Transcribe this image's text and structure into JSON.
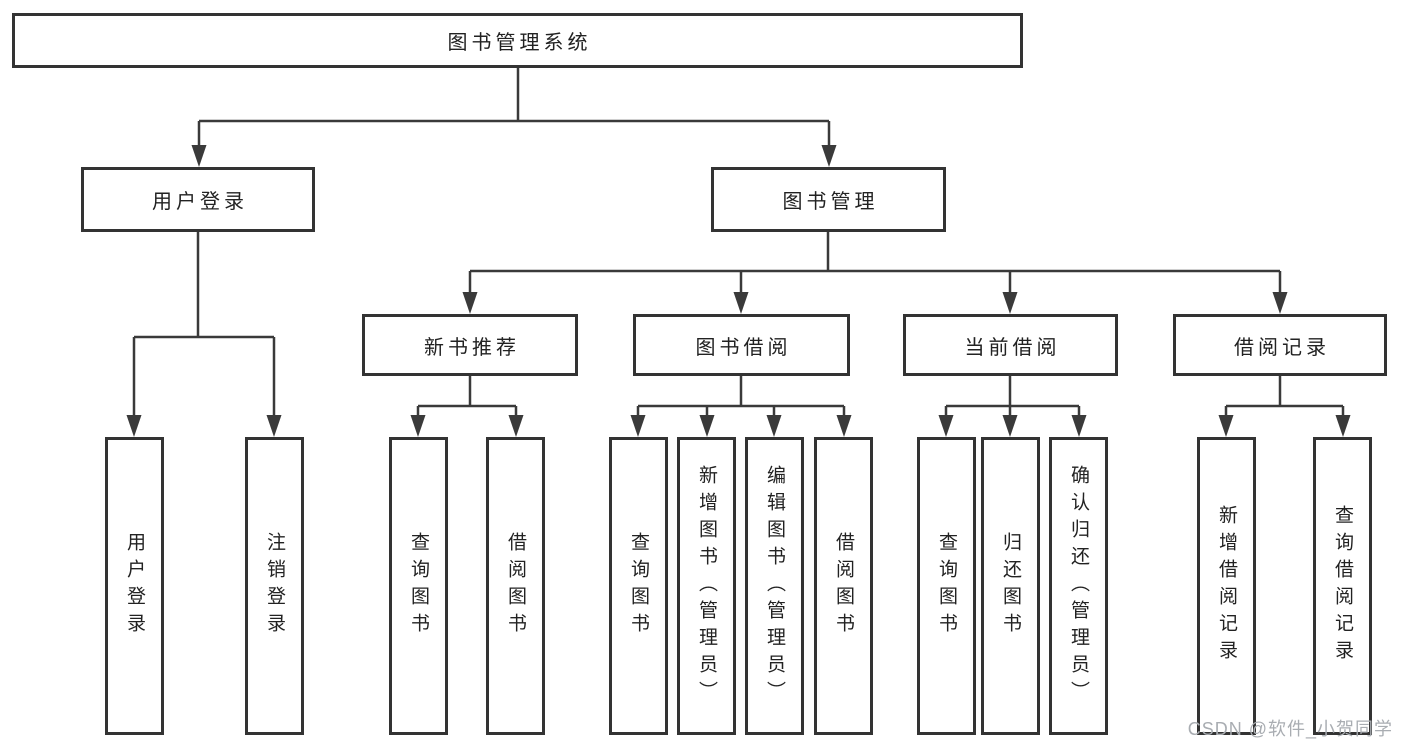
{
  "diagram_type": "hierarchy-tree",
  "tree": {
    "root": {
      "label": "图书管理系统"
    },
    "children": [
      {
        "label": "用户登录",
        "children": [
          {
            "label": "用户登录"
          },
          {
            "label": "注销登录"
          }
        ]
      },
      {
        "label": "图书管理",
        "children": [
          {
            "label": "新书推荐",
            "children": [
              {
                "label": "查询图书"
              },
              {
                "label": "借阅图书"
              }
            ]
          },
          {
            "label": "图书借阅",
            "children": [
              {
                "label": "查询图书"
              },
              {
                "label": "新增图书（管理员）"
              },
              {
                "label": "编辑图书（管理员）"
              },
              {
                "label": "借阅图书"
              }
            ]
          },
          {
            "label": "当前借阅",
            "children": [
              {
                "label": "查询图书"
              },
              {
                "label": "归还图书"
              },
              {
                "label": "确认归还（管理员）"
              }
            ]
          },
          {
            "label": "借阅记录",
            "children": [
              {
                "label": "新增借阅记录"
              },
              {
                "label": "查询借阅记录"
              }
            ]
          }
        ]
      }
    ]
  },
  "watermark": "CSDN @软件_小贺同学",
  "colors": {
    "line": "#3a3a3a",
    "box_border": "#333333",
    "box_fill": "#ffffff",
    "text": "#222222",
    "watermark": "#a9adb2",
    "background": "#ffffff"
  }
}
